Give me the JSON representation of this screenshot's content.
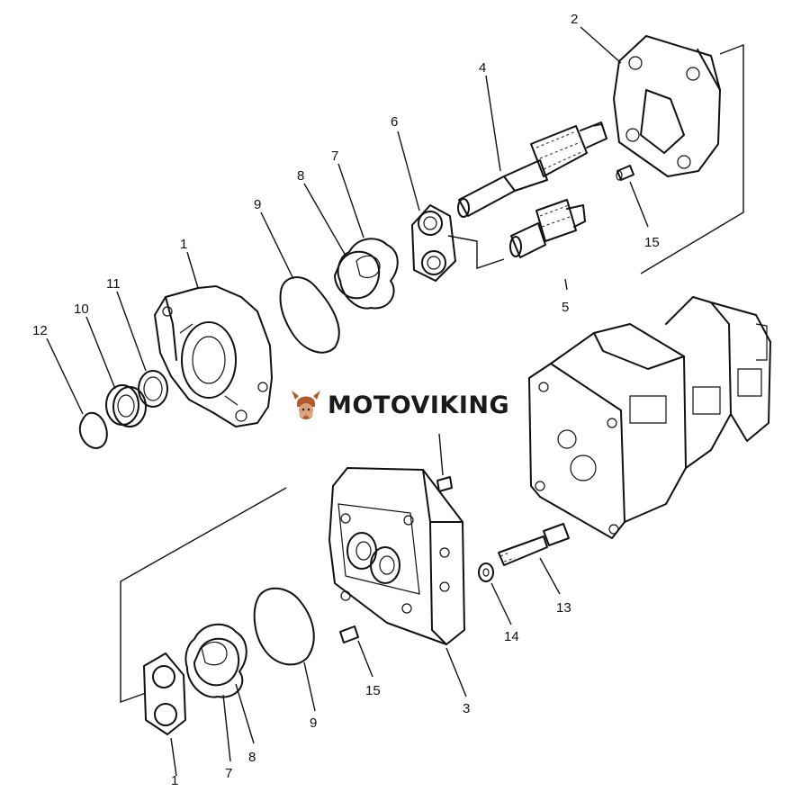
{
  "diagram": {
    "labels": {
      "l1": "1",
      "l1b": "1",
      "l2": "2",
      "l3": "3",
      "l4": "4",
      "l5": "5",
      "l6": "6",
      "l7": "7",
      "l7b": "7",
      "l8": "8",
      "l8b": "8",
      "l9": "9",
      "l9b": "9",
      "l10": "10",
      "l11": "11",
      "l12": "12",
      "l13": "13",
      "l14": "14",
      "l15": "15",
      "l15b": "15"
    }
  },
  "watermark": {
    "text": "MOTOVIKING",
    "logo_icon": "viking-helmet-icon",
    "logo_color": "#b5582c"
  }
}
